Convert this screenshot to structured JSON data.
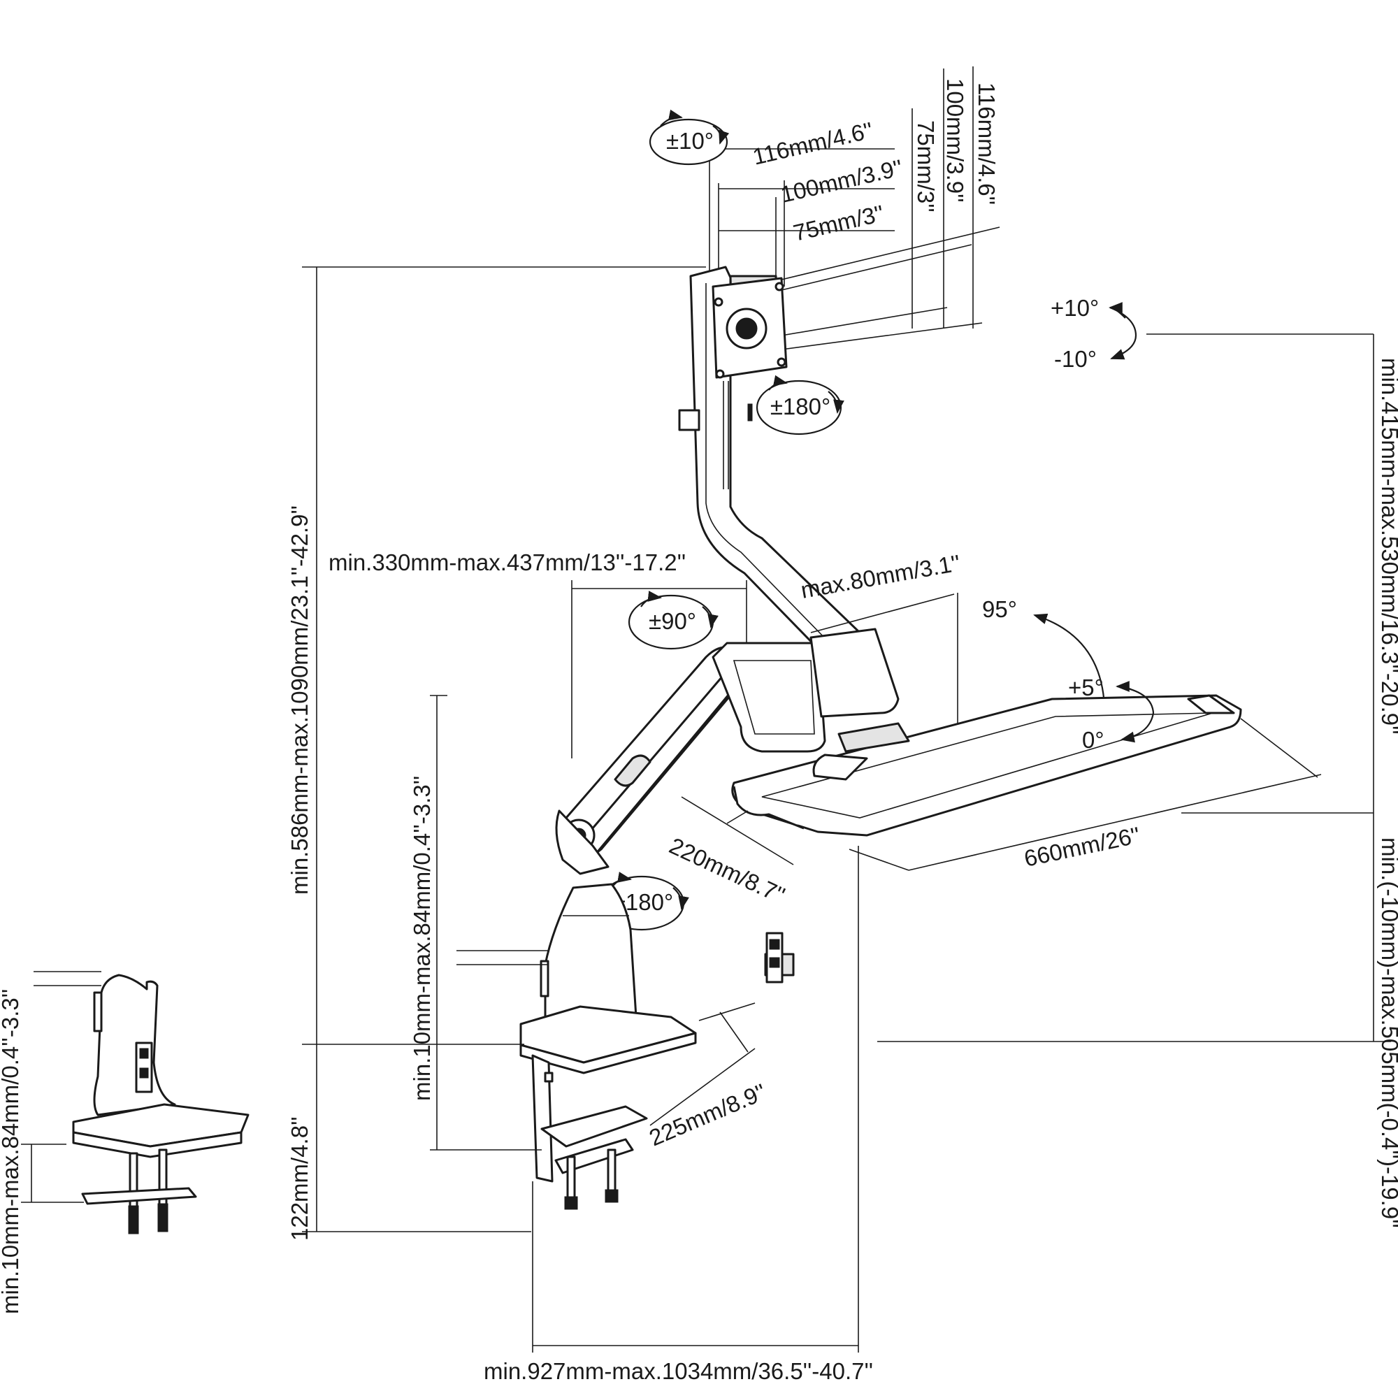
{
  "dimensions": {
    "vesa_116": "116mm/4.6''",
    "vesa_100": "100mm/3.9''",
    "vesa_75": "75mm/3''",
    "vesa_116_v": "116mm/4.6''",
    "vesa_100_v": "100mm/3.9''",
    "vesa_75_v": "75mm/3''",
    "height_range": "min.586mm-max.1090mm/23.1''-42.9''",
    "arm_reach": "min.330mm-max.437mm/13''-17.2''",
    "tray_gap": "max.80mm/3.1''",
    "keyboard_width": "660mm/26''",
    "keyboard_depth": "220mm/8.7''",
    "clamp_range": "min.10mm-max.84mm/0.4''-3.3''",
    "clamp_range_inset": "min.10mm-max.84mm/0.4''-3.3''",
    "base_height": "122mm/4.8''",
    "base_depth": "225mm/8.9''",
    "total_depth": "min.927mm-max.1034mm/36.5''-40.7''",
    "monitor_height_right": "min.415mm-max.530mm/16.3''-20.9''",
    "keyboard_height_right": "min.(-10mm)-max.505mm(-0.4'')-19.9''"
  },
  "angles": {
    "rotate_top": "±10°",
    "swivel_monitor": "±180°",
    "swivel_mid": "±90°",
    "swivel_base": "±180°",
    "tilt_up": "+10°",
    "tilt_down": "-10°",
    "keyboard_tilt": "95°",
    "tray_tilt_up": "+5°",
    "tray_tilt_zero": "0°"
  }
}
